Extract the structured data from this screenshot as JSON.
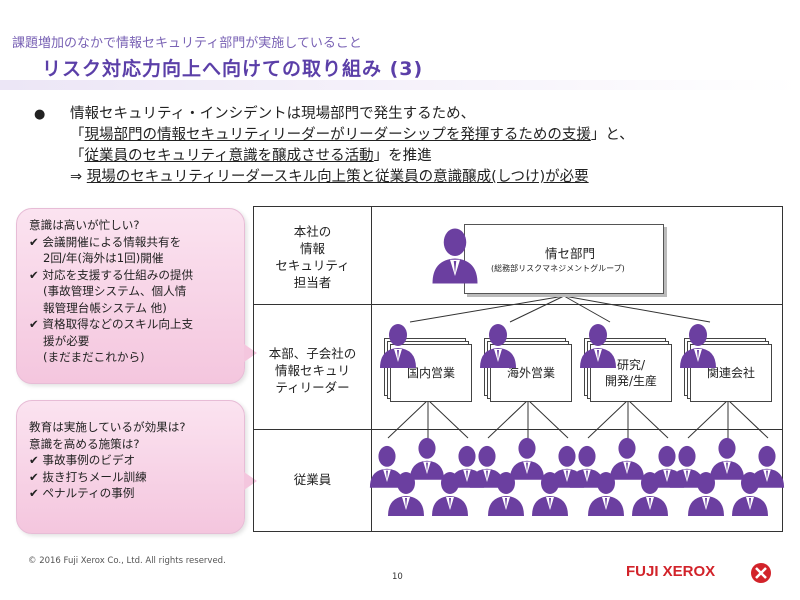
{
  "header": {
    "subtitle": "課題増加のなかで情報セキュリティ部門が実施していること",
    "title": "リスク対応力向上へ向けての取り組み (3)"
  },
  "bullet": {
    "line1": "情報セキュリティ・インシデントは現場部門で発生するため、",
    "line2_pre": "「",
    "line2_ul": "現場部門の情報セキュリティリーダーがリーダーシップを発揮するための支援",
    "line2_post": "」と、",
    "line3_pre": "「",
    "line3_ul": "従業員のセキュリティ意識を醸成させる活動",
    "line3_post": "」を推進",
    "line4_pre": "⇒ ",
    "line4_ul": "現場のセキュリティリーダースキル向上策と従業員の意識醸成(しつけ)が必要"
  },
  "callout1": {
    "lines": [
      "意識は高いが忙しい?",
      "✔ 会議開催による情報共有を",
      "2回/年(海外は1回)開催",
      "✔ 対応を支援する仕組みの提供",
      "(事故管理システム、個人情",
      "報管理台帳システム 他)",
      "✔ 資格取得などのスキル向上支",
      "援が必要",
      "(まだまだこれから)"
    ]
  },
  "callout2": {
    "lines": [
      "教育は実施しているが効果は?",
      "意識を高める施策は?",
      "✔ 事故事例のビデオ",
      "✔ 抜き打ちメール訓練",
      "✔ ペナルティの事例"
    ]
  },
  "diagram": {
    "row1_label": [
      "本社の",
      "情報",
      "セキュリティ",
      "担当者"
    ],
    "row2_label": [
      "本部、子会社の",
      "情報セキュリ",
      "ティリーダー"
    ],
    "row3_label": [
      "従業員"
    ],
    "hq_name": "情セ部門",
    "hq_sub": "(総務部リスクマネジメントグループ)",
    "units": [
      "国内営業",
      "海外営業",
      "研究/\n開発/生産",
      "関連会社"
    ],
    "person_color": "#6b3fa0"
  },
  "footer": {
    "copyright": "© 2016 Fuji Xerox Co., Ltd. All rights reserved.",
    "page": "10",
    "logo": "FUJI XEROX"
  }
}
